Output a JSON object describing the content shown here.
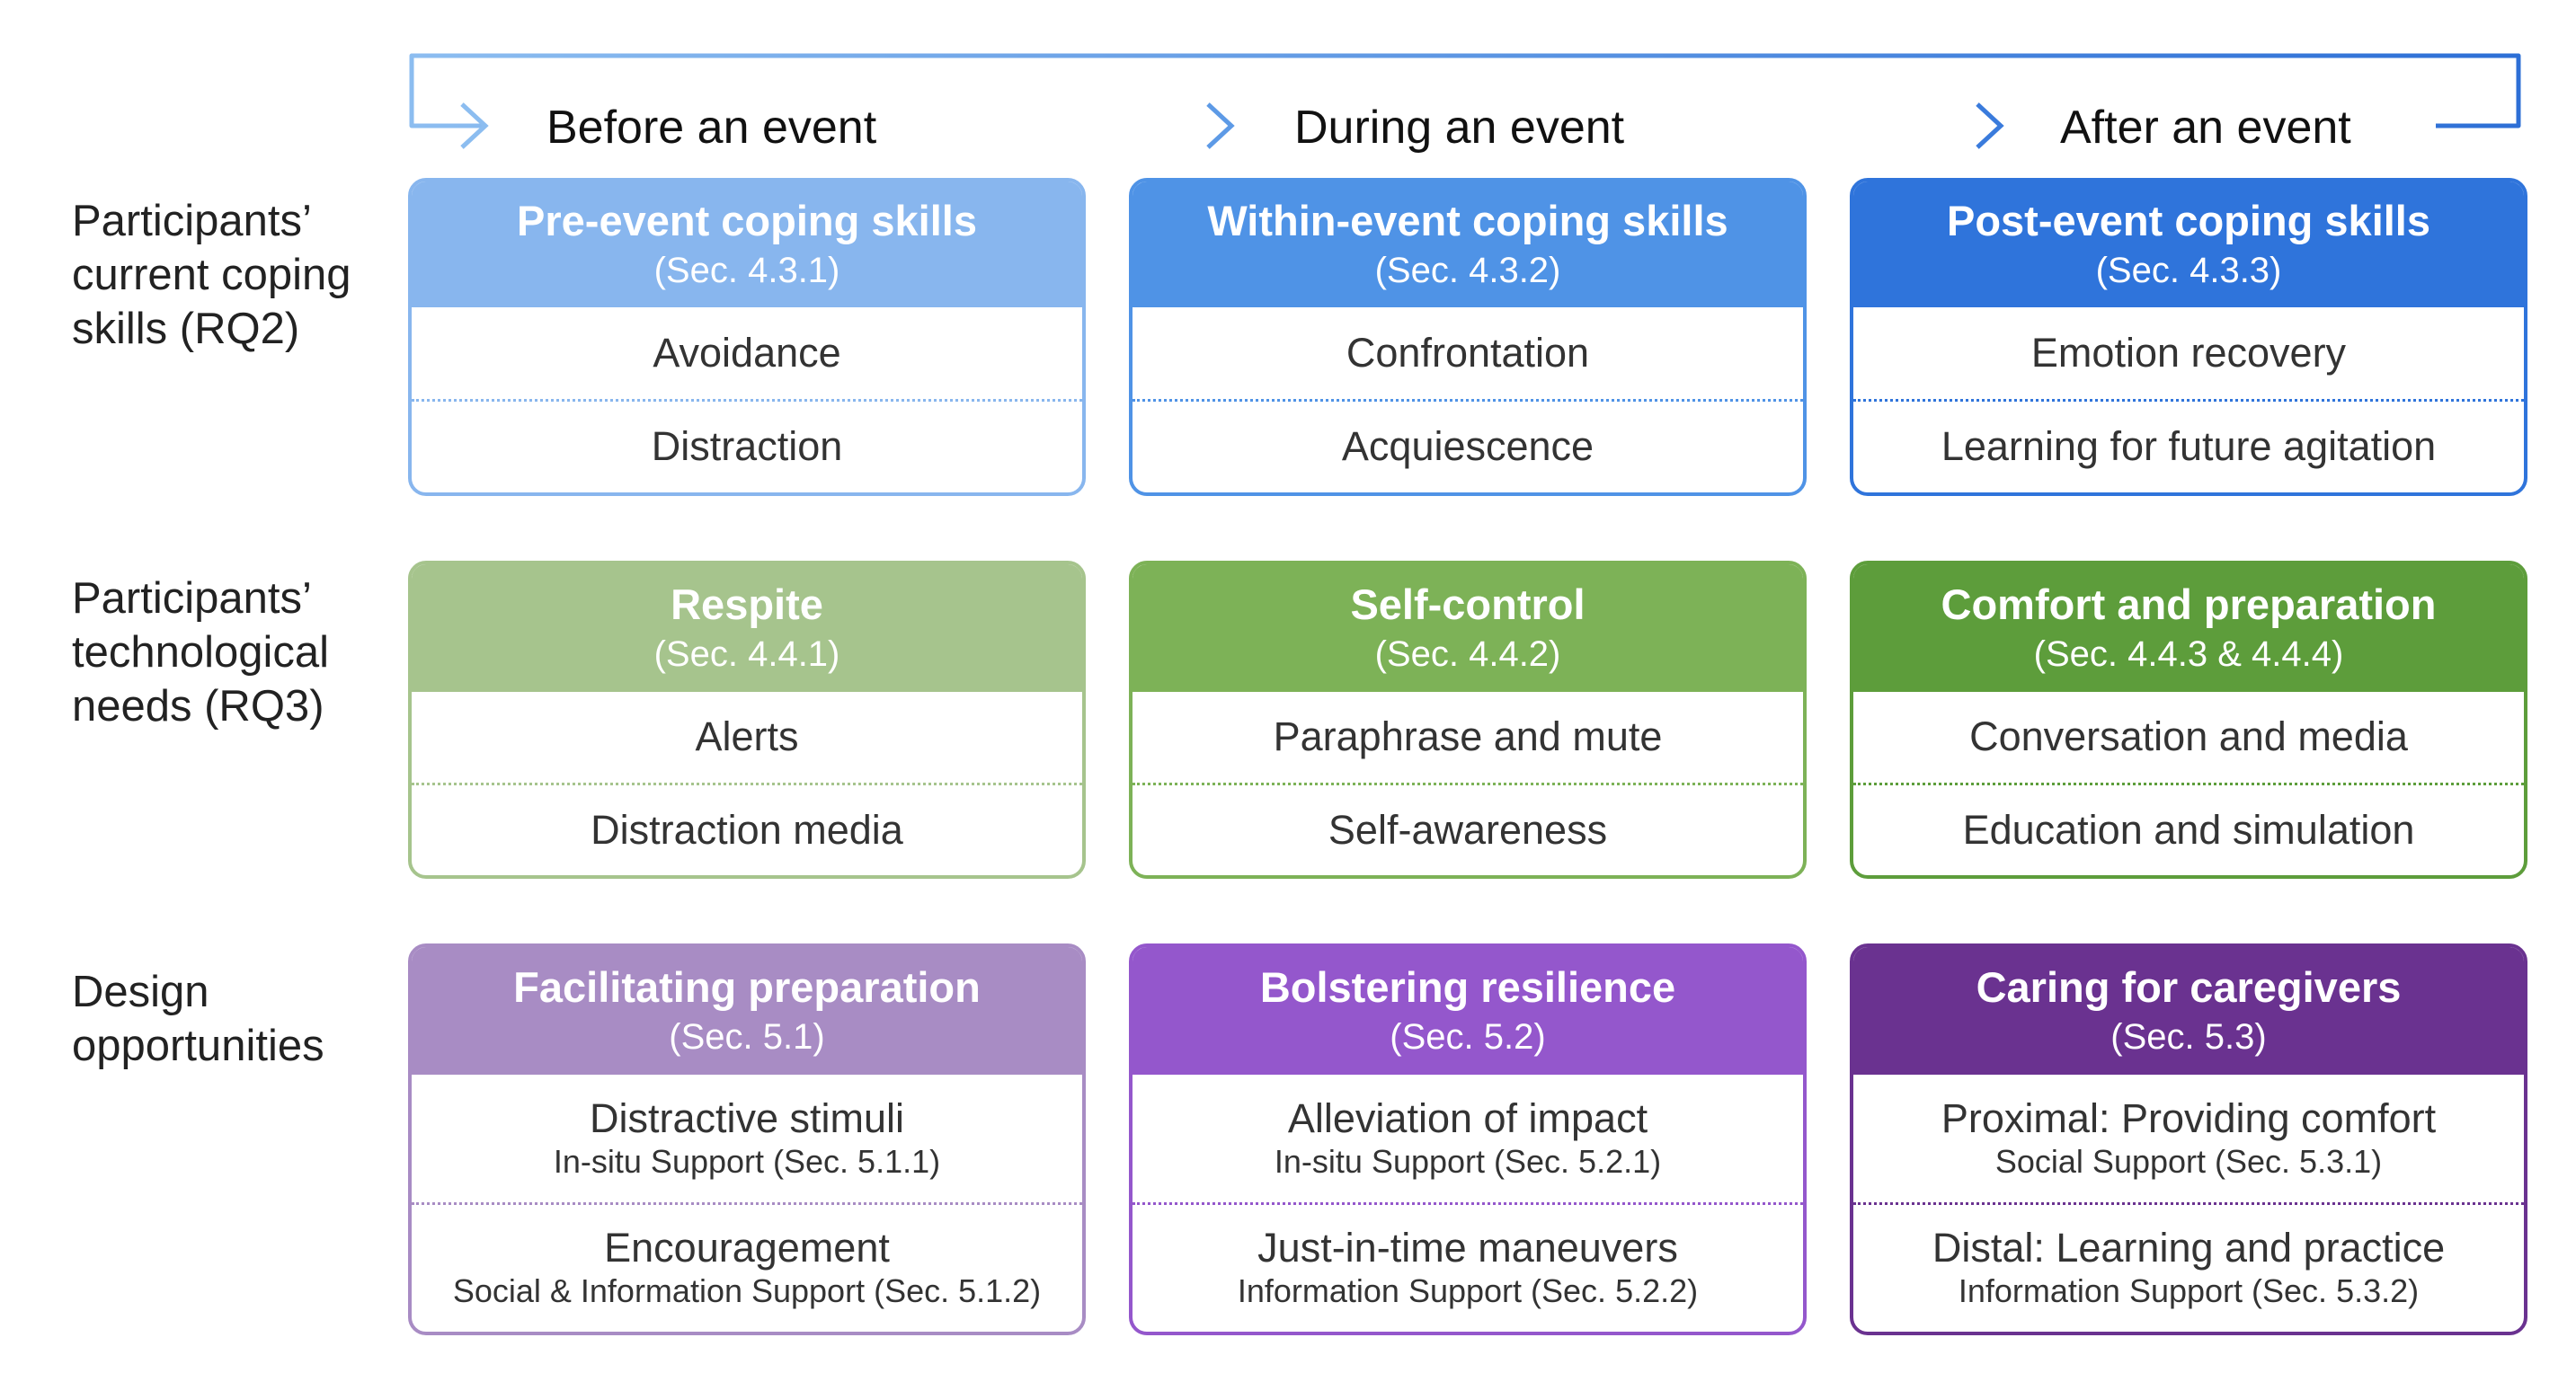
{
  "phases": [
    "Before an event",
    "During an event",
    "After an event"
  ],
  "row_labels": [
    [
      "Participants’",
      "current coping",
      "skills (RQ2)"
    ],
    [
      "Participants’",
      "technological",
      "needs (RQ3)"
    ],
    [
      "Design",
      "opportunities"
    ]
  ],
  "rows": [
    {
      "cards": [
        {
          "title": "Pre-event coping skills",
          "sec": "(Sec. 4.3.1)",
          "items": [
            {
              "main": "Avoidance",
              "sub": ""
            },
            {
              "main": "Distraction",
              "sub": ""
            }
          ]
        },
        {
          "title": "Within-event coping skills",
          "sec": "(Sec. 4.3.2)",
          "items": [
            {
              "main": "Confrontation",
              "sub": ""
            },
            {
              "main": "Acquiescence",
              "sub": ""
            }
          ]
        },
        {
          "title": "Post-event coping skills",
          "sec": "(Sec. 4.3.3)",
          "items": [
            {
              "main": "Emotion recovery",
              "sub": ""
            },
            {
              "main": "Learning for future agitation",
              "sub": ""
            }
          ]
        }
      ]
    },
    {
      "cards": [
        {
          "title": "Respite",
          "sec": "(Sec. 4.4.1)",
          "items": [
            {
              "main": "Alerts",
              "sub": ""
            },
            {
              "main": "Distraction media",
              "sub": ""
            }
          ]
        },
        {
          "title": "Self-control",
          "sec": "(Sec. 4.4.2)",
          "items": [
            {
              "main": "Paraphrase and mute",
              "sub": ""
            },
            {
              "main": "Self-awareness",
              "sub": ""
            }
          ]
        },
        {
          "title": "Comfort and preparation",
          "sec": "(Sec. 4.4.3 & 4.4.4)",
          "items": [
            {
              "main": "Conversation and media",
              "sub": ""
            },
            {
              "main": "Education and simulation",
              "sub": ""
            }
          ]
        }
      ]
    },
    {
      "cards": [
        {
          "title": "Facilitating preparation",
          "sec": "(Sec. 5.1)",
          "items": [
            {
              "main": "Distractive stimuli",
              "sub": "In-situ Support (Sec. 5.1.1)"
            },
            {
              "main": "Encouragement",
              "sub": "Social & Information Support (Sec. 5.1.2)"
            }
          ]
        },
        {
          "title": "Bolstering resilience",
          "sec": "(Sec. 5.2)",
          "items": [
            {
              "main": "Alleviation of impact",
              "sub": "In-situ Support (Sec. 5.2.1)"
            },
            {
              "main": "Just-in-time maneuvers",
              "sub": "Information Support (Sec. 5.2.2)"
            }
          ]
        },
        {
          "title": "Caring for caregivers",
          "sec": "(Sec. 5.3)",
          "items": [
            {
              "main": "Proximal: Providing comfort",
              "sub": "Social Support (Sec. 5.3.1)"
            },
            {
              "main": "Distal: Learning and practice",
              "sub": "Information Support (Sec. 5.3.2)"
            }
          ]
        }
      ]
    }
  ],
  "colors": {
    "rows": [
      [
        "#88b6ee",
        "#4f93e6",
        "#2f74db"
      ],
      [
        "#a6c48d",
        "#7db257",
        "#5d9d3b"
      ],
      [
        "#a88cc4",
        "#9457cc",
        "#6a3290"
      ]
    ],
    "arrow": [
      "#8cbdf0",
      "#2d6fd6"
    ]
  }
}
